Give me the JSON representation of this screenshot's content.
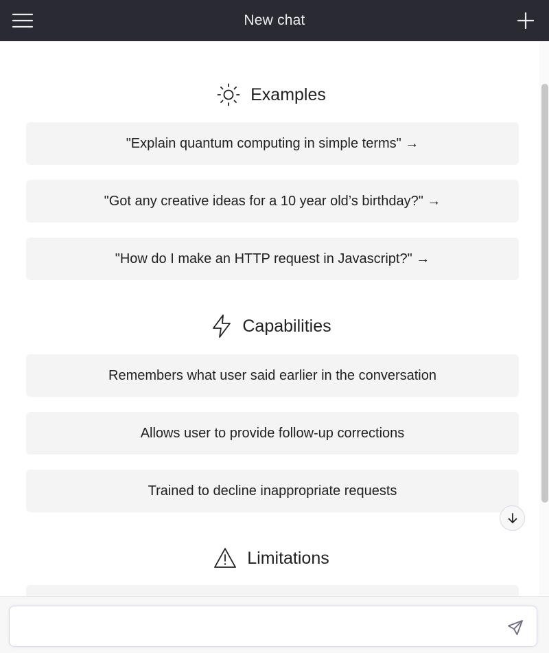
{
  "header": {
    "title": "New chat",
    "menu_icon": "hamburger-icon",
    "new_icon": "plus-icon"
  },
  "sections": {
    "examples": {
      "title": "Examples",
      "icon": "sun-icon",
      "items": [
        "\"Explain quantum computing in simple terms\" →",
        "\"Got any creative ideas for a 10 year old’s birthday?\" →",
        "\"How do I make an HTTP request in Javascript?\" →"
      ]
    },
    "capabilities": {
      "title": "Capabilities",
      "icon": "lightning-icon",
      "items": [
        "Remembers what user said earlier in the conversation",
        "Allows user to provide follow-up corrections",
        "Trained to decline inappropriate requests"
      ]
    },
    "limitations": {
      "title": "Limitations",
      "icon": "warning-icon"
    }
  },
  "composer": {
    "value": "",
    "placeholder": "",
    "send_icon": "send-icon"
  },
  "colors": {
    "header_bg": "#2a2b32",
    "card_bg": "#f4f4f4",
    "text": "#202123"
  }
}
